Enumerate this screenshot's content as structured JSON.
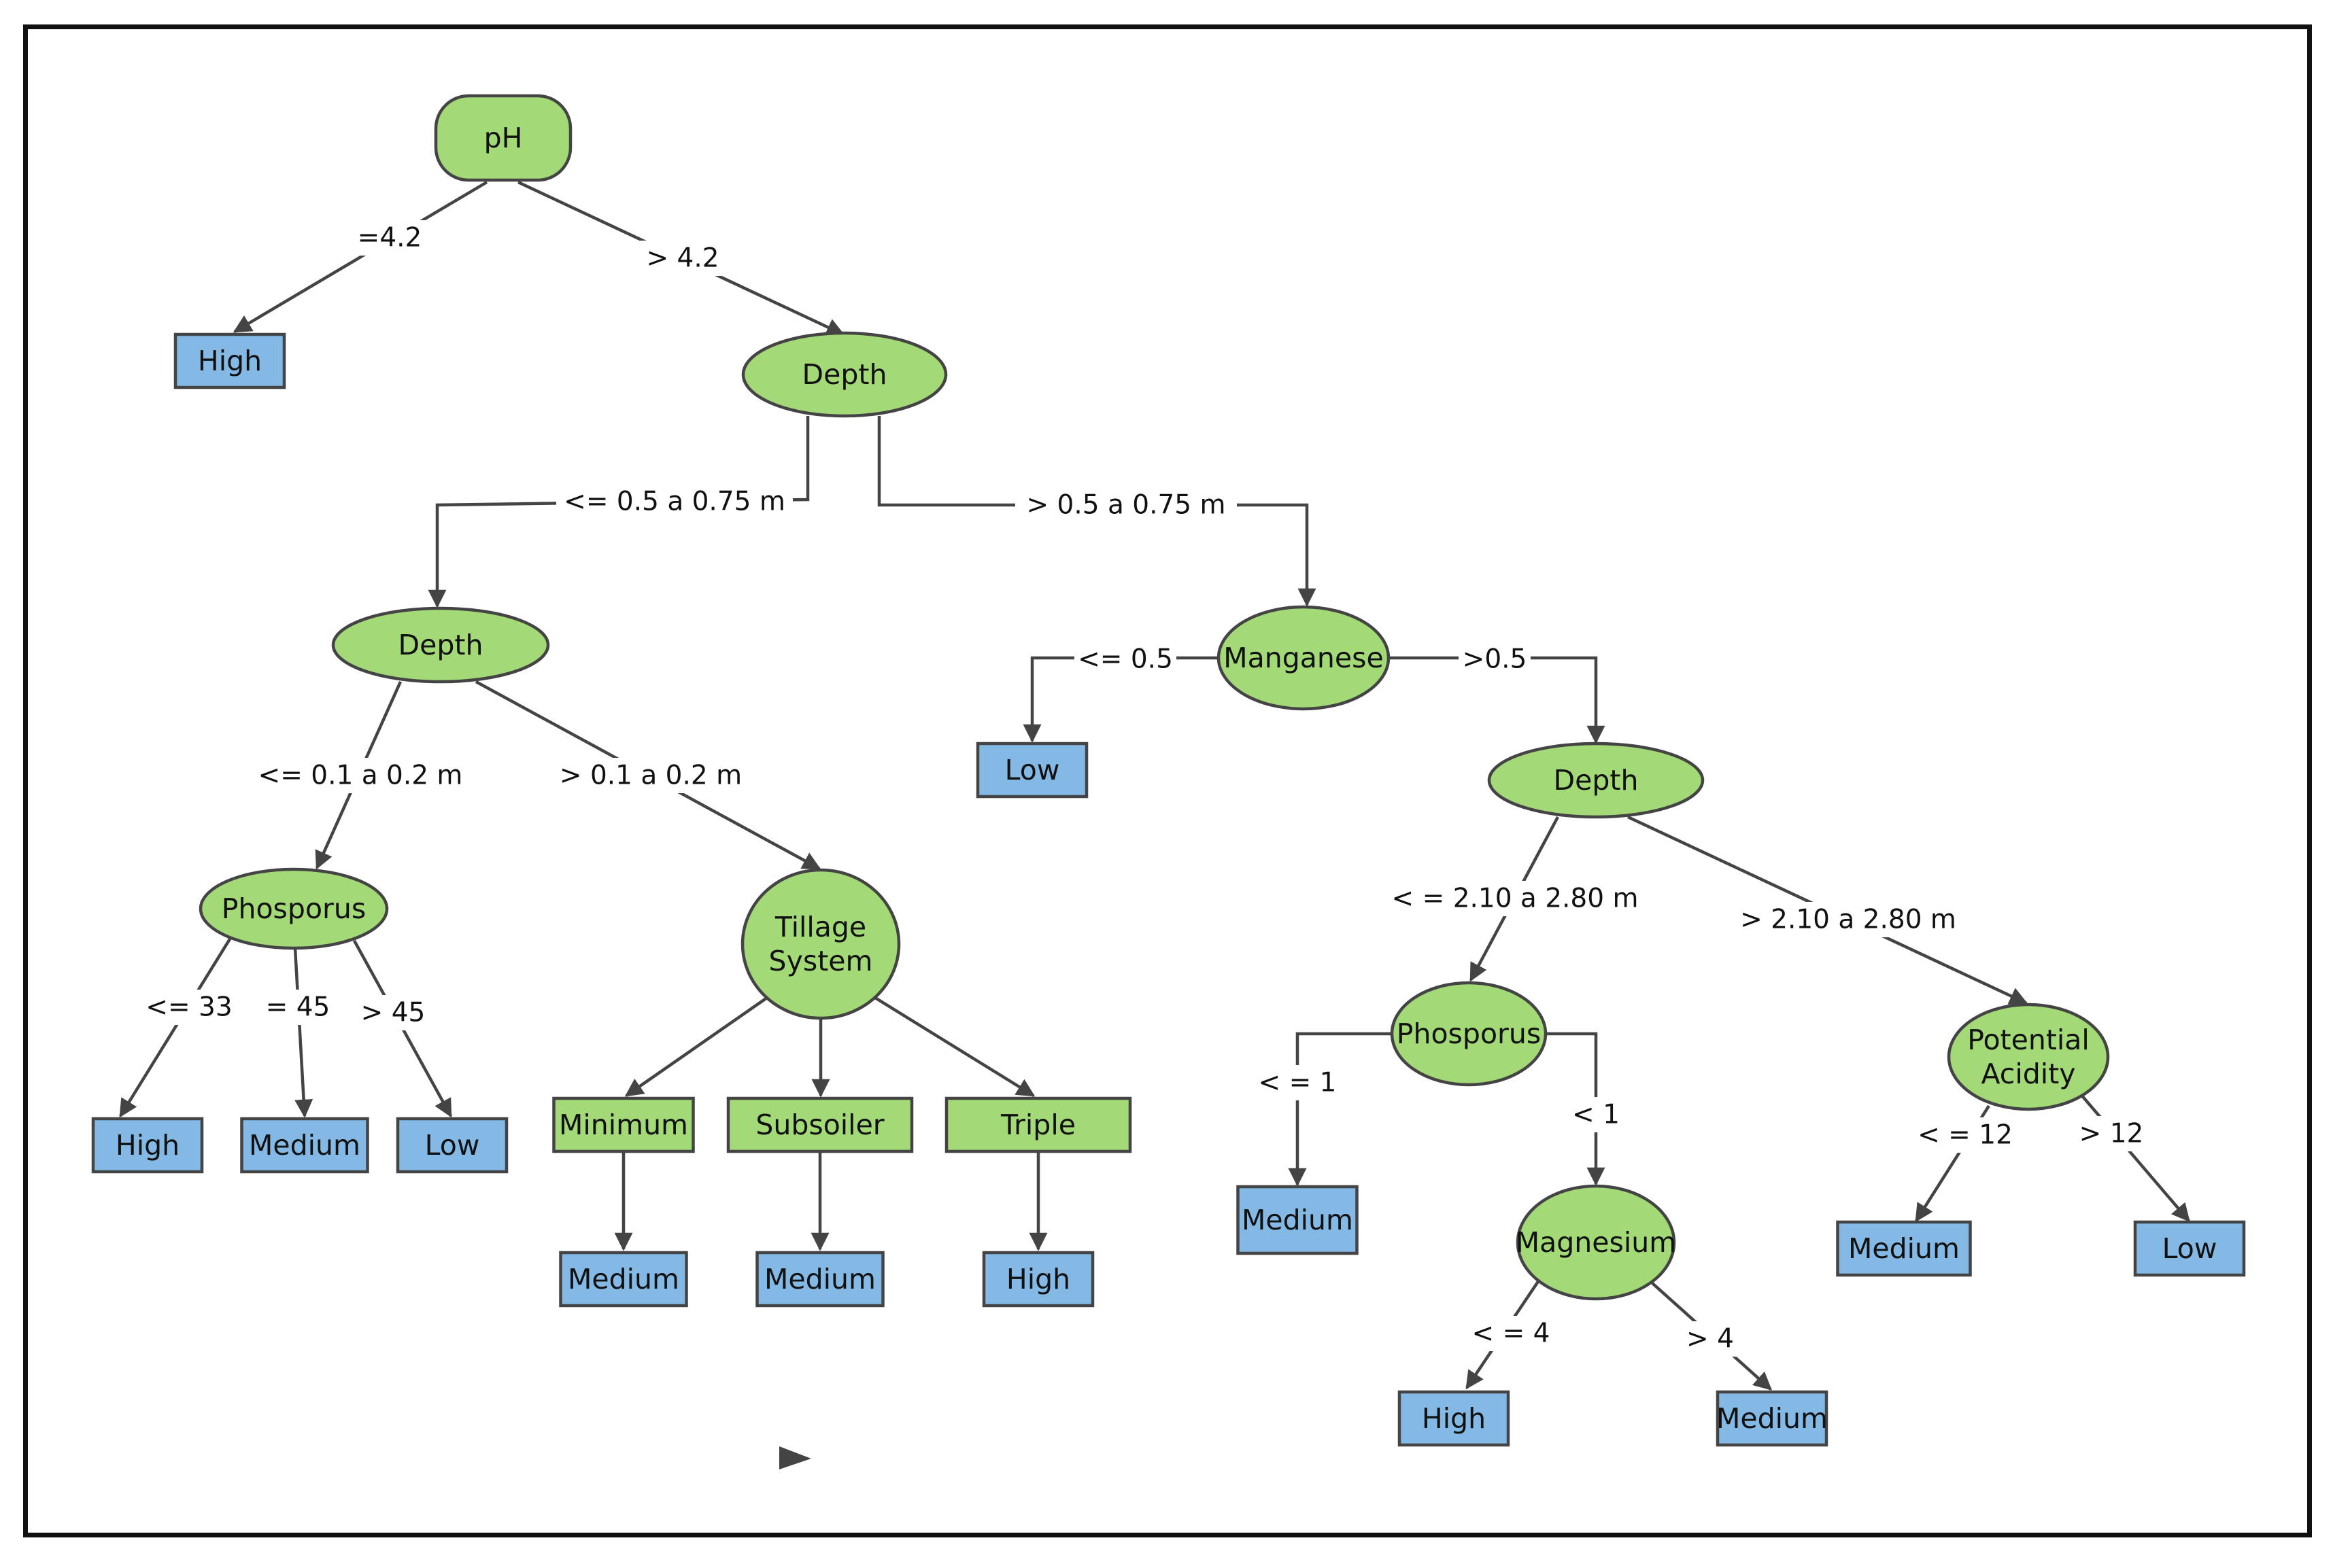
{
  "nodes": {
    "n_ph": {
      "text": "pH",
      "kind": "decision"
    },
    "n_high_ph": {
      "text": "High",
      "kind": "leaf"
    },
    "n_depth1": {
      "text": "Depth",
      "kind": "decision"
    },
    "n_depth2": {
      "text": "Depth",
      "kind": "decision"
    },
    "n_manganese": {
      "text": "Manganese",
      "kind": "decision"
    },
    "n_low_mn": {
      "text": "Low",
      "kind": "leaf"
    },
    "n_depth3": {
      "text": "Depth",
      "kind": "decision"
    },
    "n_phos1": {
      "text": "Phosporus",
      "kind": "decision"
    },
    "n_tillage": {
      "text": "Tillage\nSystem",
      "kind": "decision"
    },
    "n_high_p1": {
      "text": "High",
      "kind": "leaf"
    },
    "n_medium_p1": {
      "text": "Medium",
      "kind": "leaf"
    },
    "n_low_p1": {
      "text": "Low",
      "kind": "leaf"
    },
    "n_minimum": {
      "text": "Minimum",
      "kind": "category"
    },
    "n_subsoiler": {
      "text": "Subsoiler",
      "kind": "category"
    },
    "n_triple": {
      "text": "Triple",
      "kind": "category"
    },
    "n_medium_min": {
      "text": "Medium",
      "kind": "leaf"
    },
    "n_medium_sub": {
      "text": "Medium",
      "kind": "leaf"
    },
    "n_high_tri": {
      "text": "High",
      "kind": "leaf"
    },
    "n_phos2": {
      "text": "Phosporus",
      "kind": "decision"
    },
    "n_potacid": {
      "text": "Potential\nAcidity",
      "kind": "decision"
    },
    "n_medium_p2": {
      "text": "Medium",
      "kind": "leaf"
    },
    "n_magnesium": {
      "text": "Magnesium",
      "kind": "decision"
    },
    "n_high_mg": {
      "text": "High",
      "kind": "leaf"
    },
    "n_medium_mg": {
      "text": "Medium",
      "kind": "leaf"
    },
    "n_medium_pa": {
      "text": "Medium",
      "kind": "leaf"
    },
    "n_low_pa": {
      "text": "Low",
      "kind": "leaf"
    }
  },
  "edges": {
    "e_ph_high": {
      "from": "pH",
      "to": "High",
      "label": "=4.2"
    },
    "e_ph_depth": {
      "from": "pH",
      "to": "Depth",
      "label": "> 4.2"
    },
    "e_depth1_depth2": {
      "from": "Depth",
      "to": "Depth",
      "label": "<= 0.5 a 0.75 m"
    },
    "e_depth1_mn": {
      "from": "Depth",
      "to": "Manganese",
      "label": "> 0.5 a 0.75 m"
    },
    "e_mn_low": {
      "from": "Manganese",
      "to": "Low",
      "label": "<= 0.5"
    },
    "e_mn_depth3": {
      "from": "Manganese",
      "to": "Depth",
      "label": ">0.5"
    },
    "e_depth2_phos": {
      "from": "Depth",
      "to": "Phosporus",
      "label": "<= 0.1 a 0.2 m"
    },
    "e_depth2_till": {
      "from": "Depth",
      "to": "Tillage System",
      "label": "> 0.1 a 0.2 m"
    },
    "e_phos1_high": {
      "from": "Phosporus",
      "to": "High",
      "label": "<= 33"
    },
    "e_phos1_med": {
      "from": "Phosporus",
      "to": "Medium",
      "label": "= 45"
    },
    "e_phos1_low": {
      "from": "Phosporus",
      "to": "Low",
      "label": "> 45"
    },
    "e_till_min": {
      "from": "Tillage System",
      "to": "Minimum",
      "label": ""
    },
    "e_till_sub": {
      "from": "Tillage System",
      "to": "Subsoiler",
      "label": ""
    },
    "e_till_tri": {
      "from": "Tillage System",
      "to": "Triple",
      "label": ""
    },
    "e_min_med": {
      "from": "Minimum",
      "to": "Medium",
      "label": ""
    },
    "e_sub_med": {
      "from": "Subsoiler",
      "to": "Medium",
      "label": ""
    },
    "e_tri_high": {
      "from": "Triple",
      "to": "High",
      "label": ""
    },
    "e_depth3_phos2": {
      "from": "Depth",
      "to": "Phosporus",
      "label": "< = 2.10 a 2.80 m"
    },
    "e_depth3_pa": {
      "from": "Depth",
      "to": "Potential Acidity",
      "label": "> 2.10 a 2.80 m"
    },
    "e_phos2_med": {
      "from": "Phosporus",
      "to": "Medium",
      "label": "< = 1"
    },
    "e_phos2_mg": {
      "from": "Phosporus",
      "to": "Magnesium",
      "label": "< 1"
    },
    "e_mg_high": {
      "from": "Magnesium",
      "to": "High",
      "label": "< = 4"
    },
    "e_mg_med": {
      "from": "Magnesium",
      "to": "Medium",
      "label": "> 4"
    },
    "e_pa_med": {
      "from": "Potential Acidity",
      "to": "Medium",
      "label": "< = 12"
    },
    "e_pa_low": {
      "from": "Potential Acidity",
      "to": "Low",
      "label": "> 12"
    }
  },
  "colors": {
    "decision_fill": "#a3d977",
    "leaf_fill": "#84b9e6",
    "stroke": "#444444",
    "frame": "#111111"
  }
}
